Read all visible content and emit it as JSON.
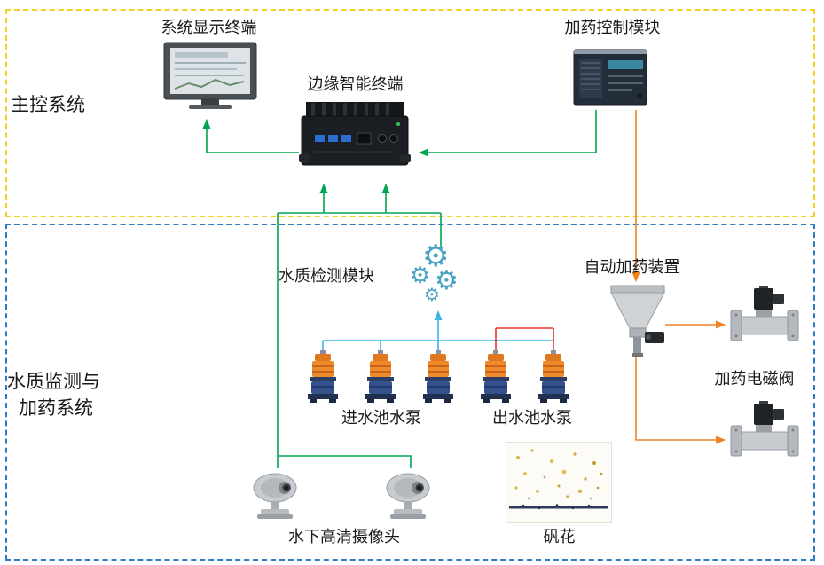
{
  "sections": {
    "main_control": {
      "label": "主控系统"
    },
    "monitoring": {
      "label_line1": "水质监测与",
      "label_line2": "加药系统"
    }
  },
  "nodes": {
    "display_terminal": {
      "label": "系统显示终端"
    },
    "edge_terminal": {
      "label": "边缘智能终端"
    },
    "dosing_control_module": {
      "label": "加药控制模块"
    },
    "water_quality_module": {
      "label": "水质检测模块"
    },
    "auto_dosing_device": {
      "label": "自动加药装置"
    },
    "dosing_solenoid_valve": {
      "label": "加药电磁阀"
    },
    "inlet_pumps": {
      "label": "进水池水泵"
    },
    "outlet_pumps": {
      "label": "出水池水泵"
    },
    "underwater_camera": {
      "label": "水下高清摄像头"
    },
    "floc": {
      "label": "矾花"
    }
  },
  "icons": {
    "gear": "⚙"
  },
  "colors": {
    "green": "#00a551",
    "cyan": "#3cb4e5",
    "red": "#e5322d",
    "orange": "#ef8220",
    "yellow_border": "#f2d024",
    "blue_border": "#2e7cc3",
    "gear": "#4aa3c4"
  }
}
